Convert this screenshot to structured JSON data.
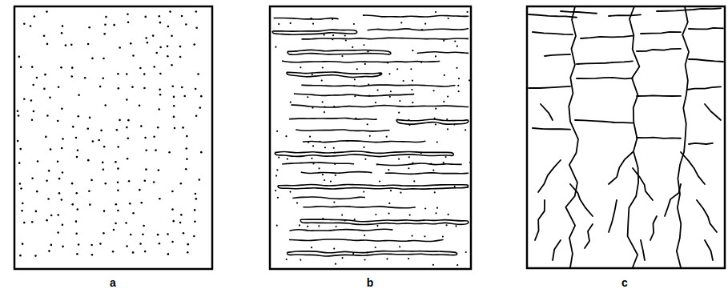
{
  "diagram": {
    "labels": [
      "a",
      "b",
      "c"
    ]
  }
}
